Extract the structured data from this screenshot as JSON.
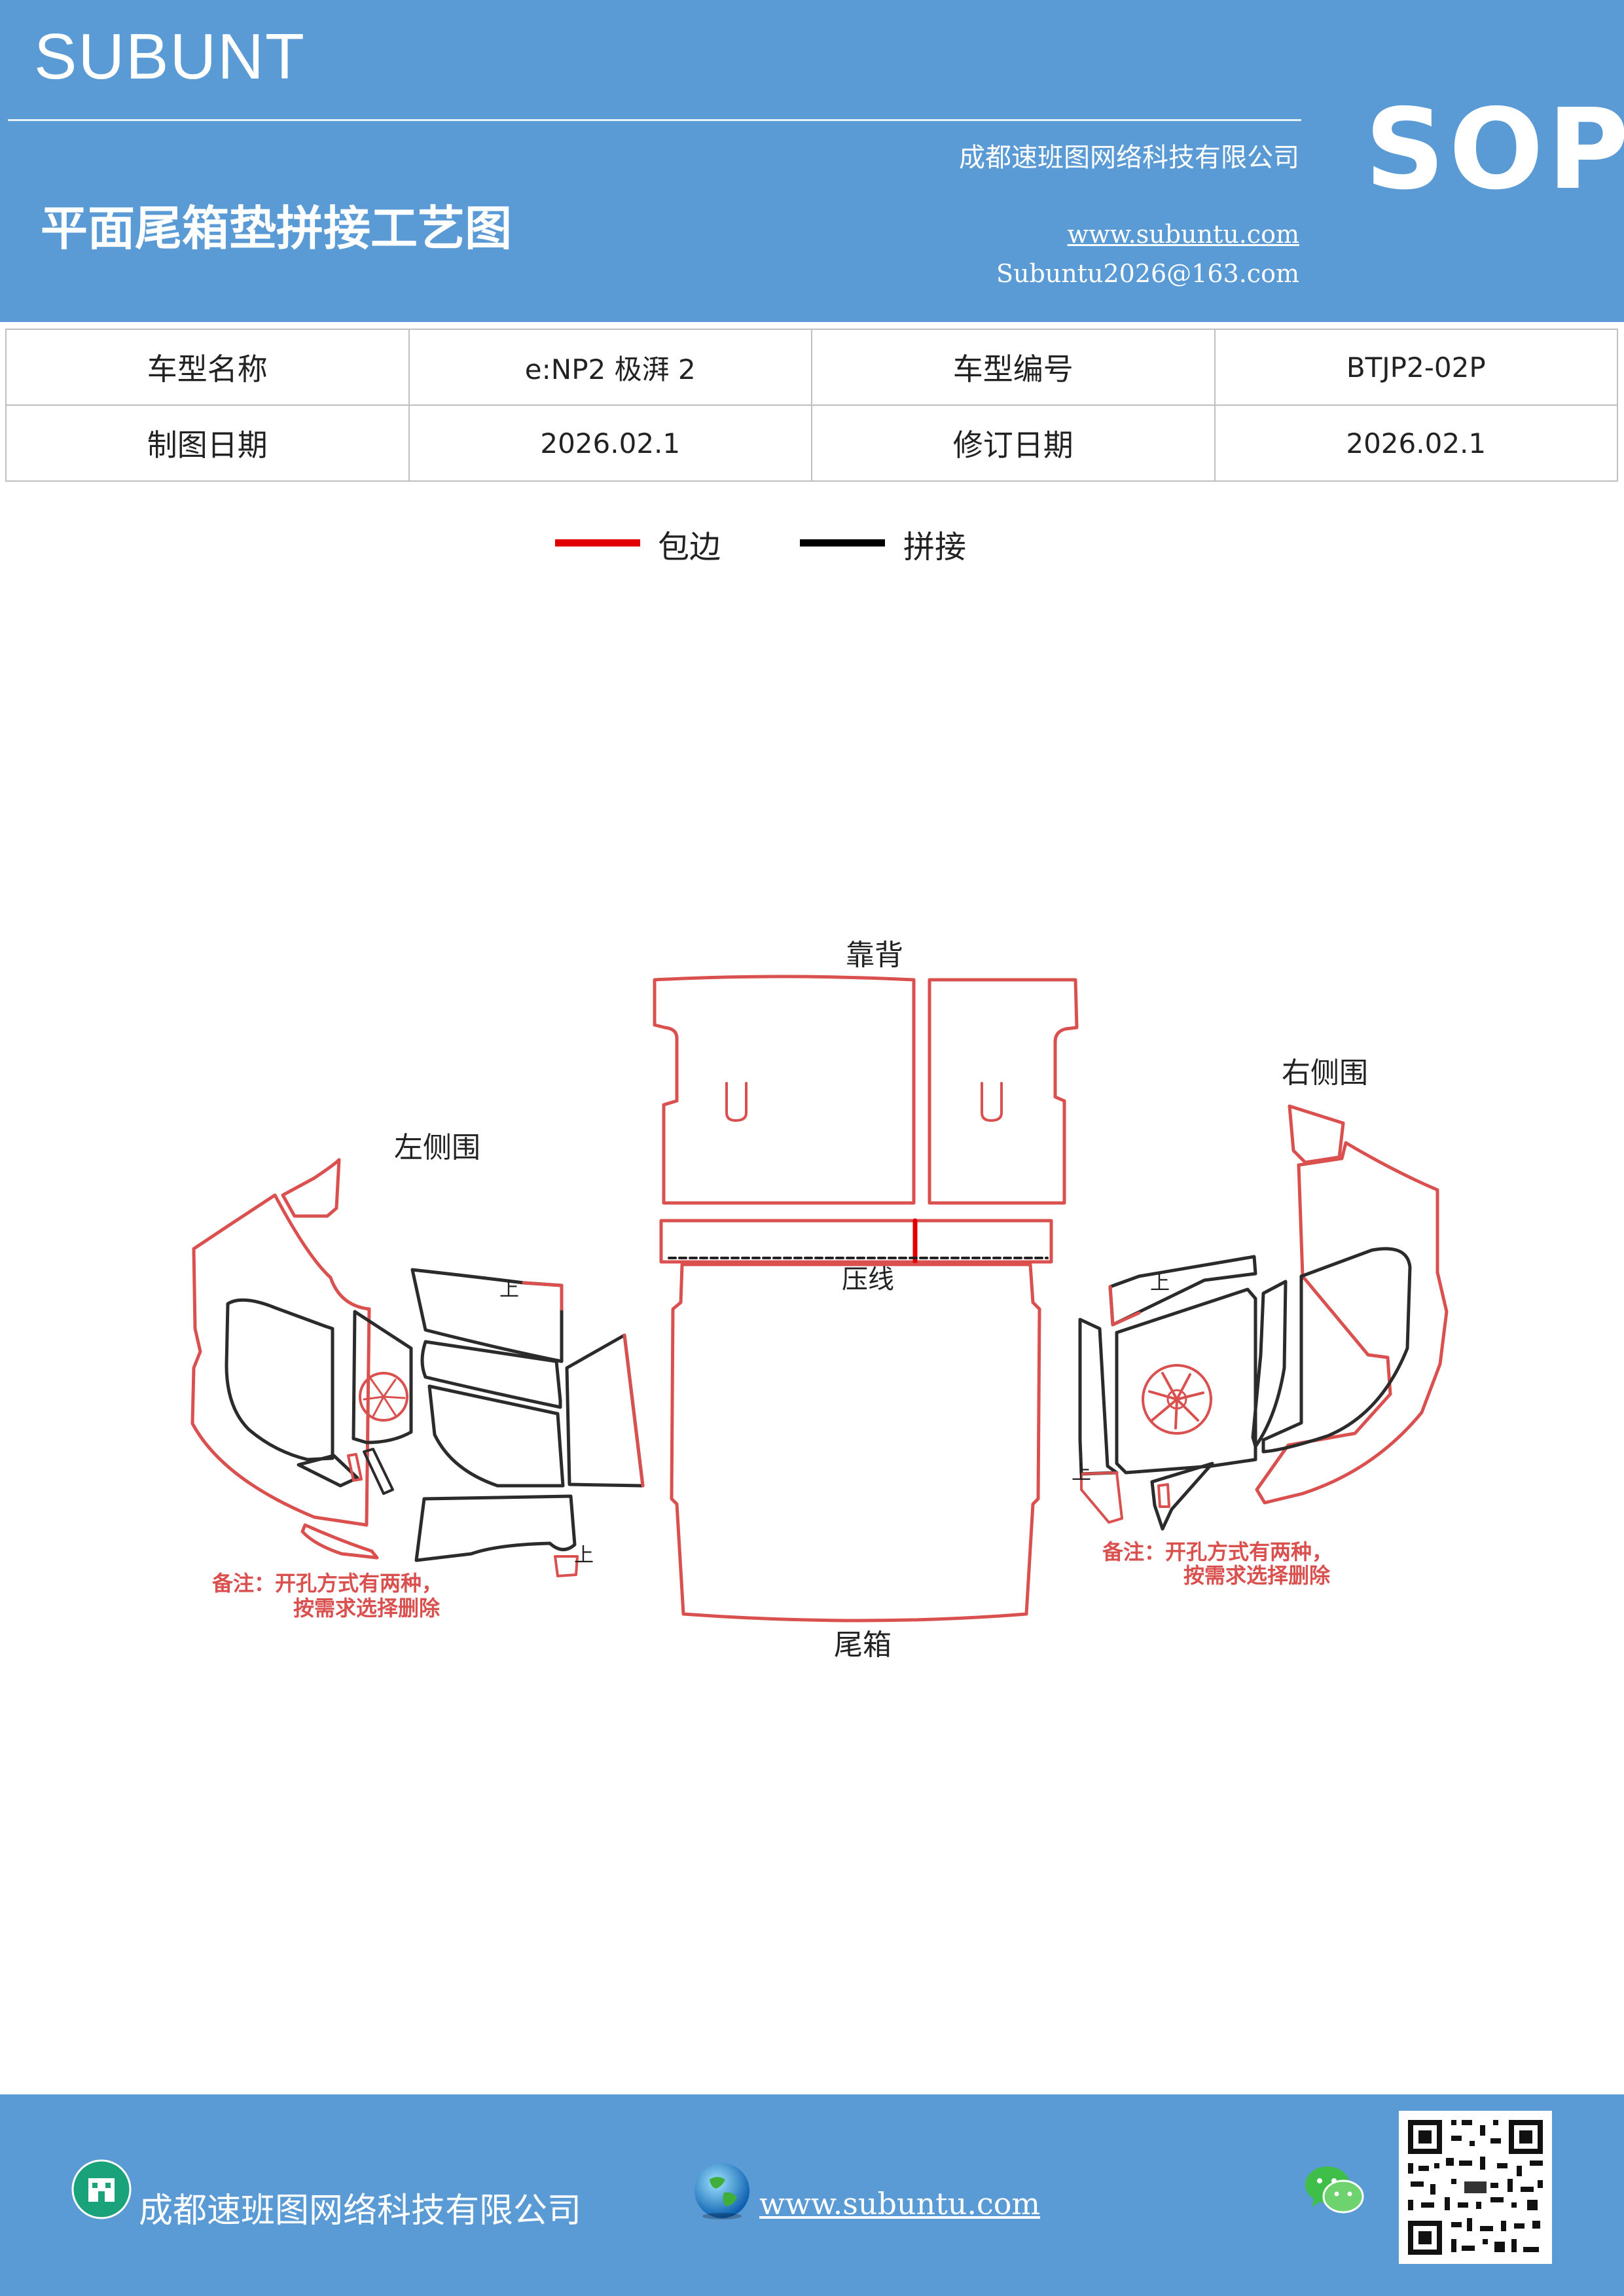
{
  "header": {
    "brand": "SUBUNT",
    "company": "成都速班图网络科技有限公司",
    "title": "平面尾箱垫拼接工艺图",
    "website": "www.subuntu.com",
    "email": "Subuntu2026@163.com",
    "sop": "SOP"
  },
  "info_table": {
    "row1": {
      "label1": "车型名称",
      "value1": "e:NP2  极湃 2",
      "label2": "车型编号",
      "value2": "BTJP2-02P"
    },
    "row2": {
      "label1": "制图日期",
      "value1": "2026.02.1",
      "label2": "修订日期",
      "value2": "2026.02.1"
    }
  },
  "legend": {
    "items": [
      {
        "label": "包边",
        "color": "#e00000"
      },
      {
        "label": "拼接",
        "color": "#000000"
      }
    ]
  },
  "drawing": {
    "labels": {
      "backrest": "靠背",
      "left_side": "左侧围",
      "right_side": "右侧围",
      "press_line": "压线",
      "trunk": "尾箱",
      "up_mark": "上"
    },
    "note_left": {
      "line1": "备注：开孔方式有两种，",
      "line2": "按需求选择删除"
    },
    "note_right": {
      "line1": "备注：开孔方式有两种，",
      "line2": "按需求选择删除"
    },
    "colors": {
      "edge": "#d9504f",
      "seam": "#2b2b2b",
      "note": "#d9504f"
    }
  },
  "footer": {
    "company": "成都速班图网络科技有限公司",
    "website": "www.subuntu.com "
  },
  "icons": [
    "building-icon",
    "globe-icon",
    "wechat-icon",
    "qr-code"
  ]
}
